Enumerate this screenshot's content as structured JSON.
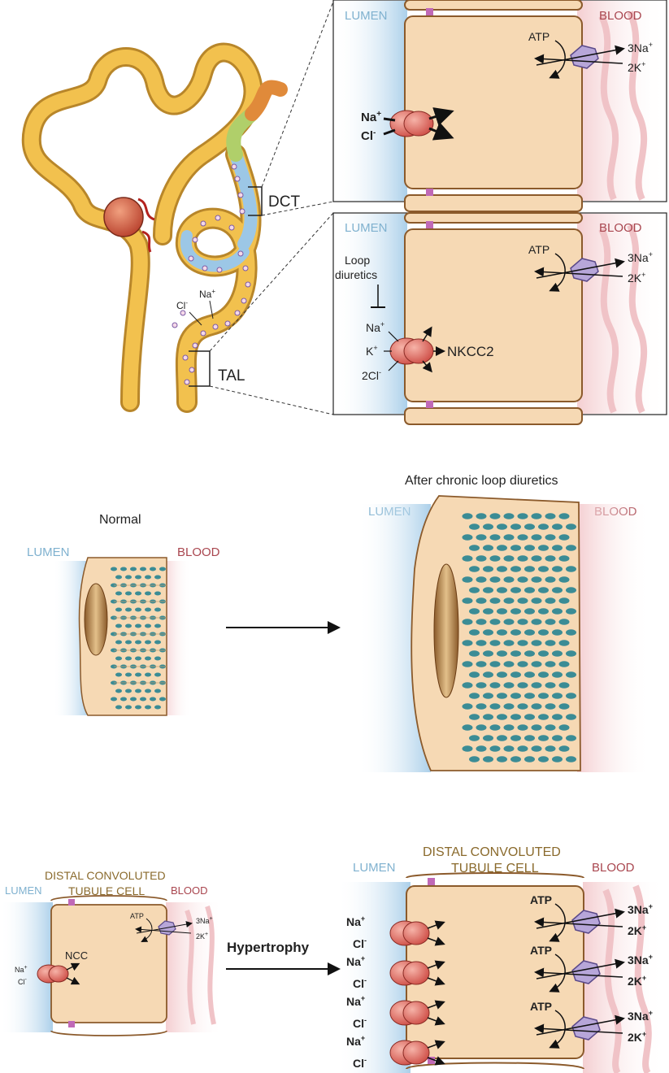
{
  "top": {
    "dct_label": "DCT",
    "tal_label": "TAL",
    "tubule_na": "Na",
    "tubule_na_sup": "+",
    "tubule_cl": "Cl",
    "tubule_cl_sup": "-"
  },
  "dct_panel": {
    "lumen": "LUMEN",
    "blood": "BLOOD",
    "na": "Na",
    "na_sup": "+",
    "cl": "Cl",
    "cl_sup": "-",
    "atp": "ATP",
    "three_na": "3Na",
    "three_na_sup": "+",
    "two_k": "2K",
    "two_k_sup": "+"
  },
  "tal_panel": {
    "lumen": "LUMEN",
    "blood": "BLOOD",
    "loop_line1": "Loop",
    "loop_line2": "diuretics",
    "na": "Na",
    "na_sup": "+",
    "k": "K",
    "k_sup": "+",
    "two_cl": "2Cl",
    "two_cl_sup": "-",
    "nkcc2": "NKCC2",
    "atp": "ATP",
    "three_na": "3Na",
    "three_na_sup": "+",
    "two_k": "2K",
    "two_k_sup": "+"
  },
  "middle": {
    "normal_title": "Normal",
    "after_title": "After chronic loop diuretics",
    "lumen": "LUMEN",
    "blood": "BLOOD"
  },
  "bottom": {
    "left_lumen": "LUMEN",
    "left_blood": "BLOOD",
    "left_cell_line1": "DISTAL CONVOLUTED",
    "left_cell_line2": "TUBULE CELL",
    "ncc": "NCC",
    "na": "Na",
    "na_sup": "+",
    "cl": "Cl",
    "cl_sup": "-",
    "atp": "ATP",
    "three_na": "3Na",
    "three_na_sup": "+",
    "two_k": "2K",
    "two_k_sup": "+",
    "hypertrophy": "Hypertrophy",
    "right_lumen": "LUMEN",
    "right_blood": "BLOOD",
    "right_cell_line1": "DISTAL CONVOLUTED",
    "right_cell_line2": "TUBULE CELL"
  },
  "colors": {
    "tubule": "#f2c14e",
    "tubule_outline": "#b8862a",
    "cell_fill": "#f6d9b4",
    "cell_outline": "#8b5a2b",
    "transporter": "#d9534f",
    "pump": "#b7a6d9",
    "mitochondria": "#3b8c95",
    "lumen_text": "#7fb1cf",
    "blood_text": "#a9464f",
    "dct_text": "#8a6a2c"
  }
}
